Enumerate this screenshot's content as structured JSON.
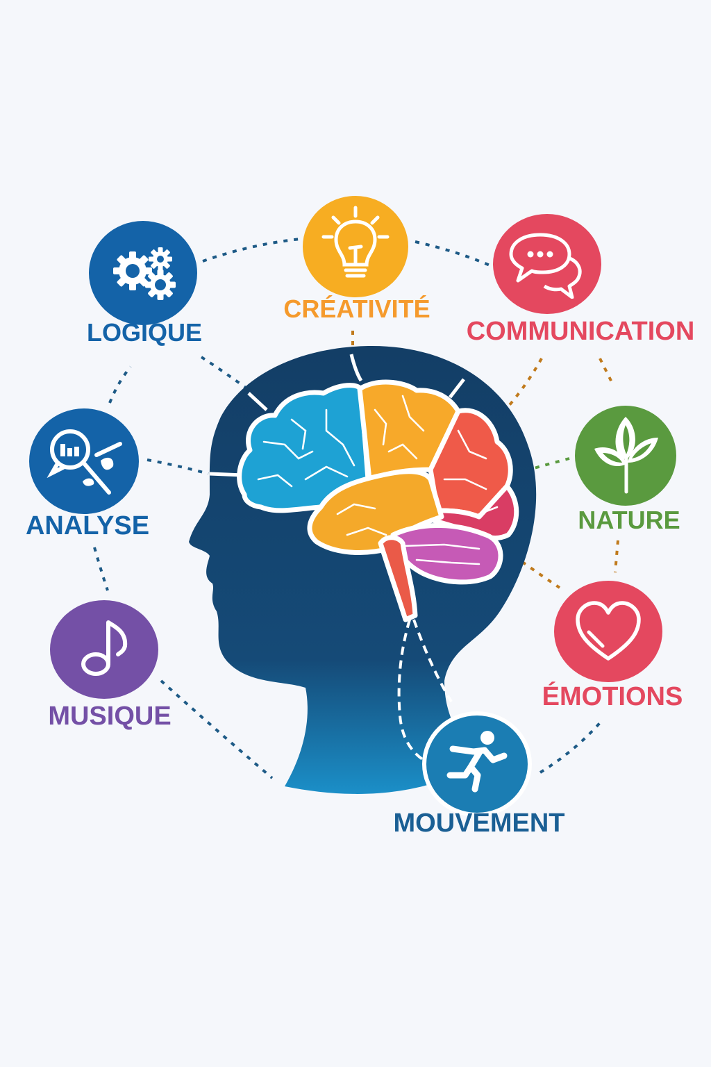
{
  "diagram": {
    "type": "brain-function-map",
    "center": {
      "label": "head-silhouette-with-brain",
      "head_color": "#133e66",
      "brain_regions": [
        {
          "name": "frontal",
          "color": "#1ea2d4"
        },
        {
          "name": "parietal",
          "color": "#f7a92a"
        },
        {
          "name": "temporal",
          "color": "#f4a92a"
        },
        {
          "name": "occipital-upper",
          "color": "#ef5a49"
        },
        {
          "name": "occipital-lower",
          "color": "#d93d64"
        },
        {
          "name": "cerebellum",
          "color": "#c65ab6"
        },
        {
          "name": "brainstem",
          "color": "#ea5a48"
        }
      ]
    },
    "nodes": [
      {
        "id": "logique",
        "label": "LOGIQUE",
        "icon": "gears-icon",
        "color": "#1463a8"
      },
      {
        "id": "creativite",
        "label": "CRÉATIVITÉ",
        "icon": "lightbulb-icon",
        "color": "#f7ad22",
        "label_color": "#f59a2c"
      },
      {
        "id": "communication",
        "label": "COMMUNICATION",
        "icon": "chat-bubbles-icon",
        "color": "#e4485f"
      },
      {
        "id": "nature",
        "label": "NATURE",
        "icon": "leaf-sprout-icon",
        "color": "#5a9a3f"
      },
      {
        "id": "emotions",
        "label": "ÉMOTIONS",
        "icon": "heart-icon",
        "color": "#e4485f"
      },
      {
        "id": "mouvement",
        "label": "MOUVEMENT",
        "icon": "running-figure-icon",
        "color": "#1b7db3",
        "label_color": "#1a5f94"
      },
      {
        "id": "musique",
        "label": "MUSIQUE",
        "icon": "music-note-icon",
        "color": "#7450a6"
      },
      {
        "id": "analyse",
        "label": "ANALYSE",
        "icon": "magnifier-chart-icon",
        "color": "#1463a8"
      }
    ],
    "connector_colors": {
      "blue": "#1d5a86",
      "orange": "#c07a1c",
      "green": "#5a9a3f"
    }
  }
}
